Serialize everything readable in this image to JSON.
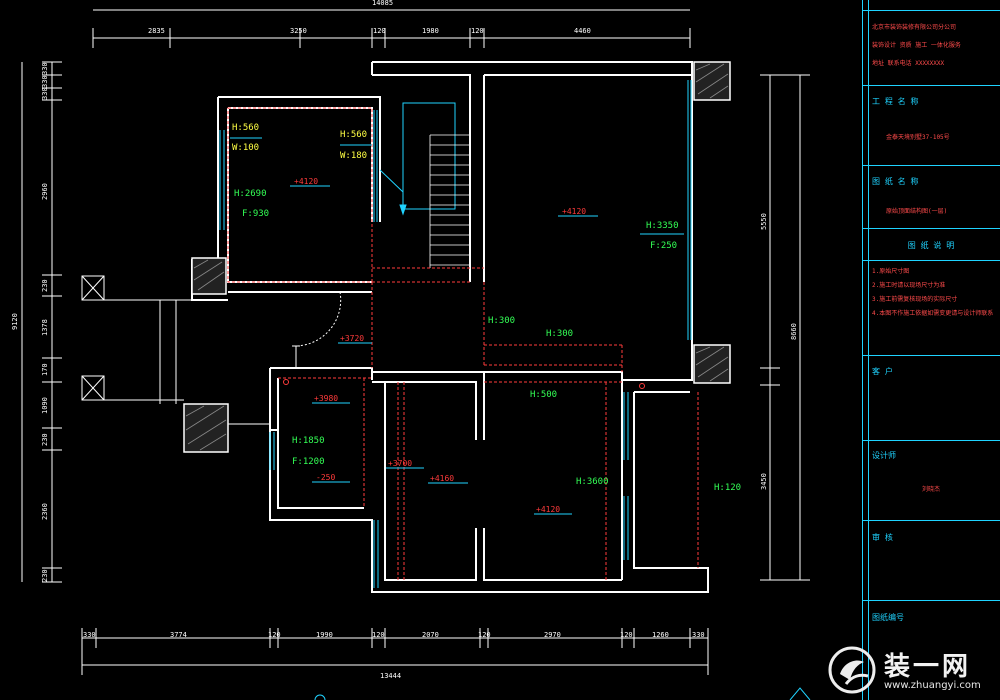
{
  "drawing": {
    "top_dims": [
      "2835",
      "3250",
      "120",
      "1980",
      "120",
      "4460"
    ],
    "top_total": "14085",
    "bottom_dims": [
      "330",
      "3774",
      "120",
      "1990",
      "120",
      "2070",
      "120",
      "2970",
      "120",
      "1260",
      "330"
    ],
    "bottom_total": "13444",
    "left_dims": [
      "330",
      "330",
      "330",
      "2960",
      "230",
      "1378",
      "170",
      "1090",
      "230",
      "2360",
      "230"
    ],
    "left_total": "9120",
    "right_dims": [
      "5550",
      "8660",
      "3450"
    ],
    "labels_yellow": {
      "h560_a": "H:560",
      "w100": "W:100",
      "h560_b": "H:560",
      "w180": "W:180"
    },
    "labels_green": {
      "h2690": "H:2690",
      "f930": "F:930",
      "h3350": "H:3350",
      "f250": "F:250",
      "h300_a": "H:300",
      "h300_b": "H:300",
      "h500": "H:500",
      "h1850": "H:1850",
      "f1200": "F:1200",
      "h3600": "H:3600",
      "h120": "H:120"
    },
    "labels_red": {
      "e4120_a": "+4120",
      "e4120_b": "+4120",
      "e3720": "+3720",
      "e3980": "+3980",
      "e250": "-250",
      "e3700": "+3700",
      "e4160": "+4160",
      "e4120_c": "+4120"
    }
  },
  "title_block": {
    "company": "北京市装饰装修有限公司分公司",
    "company_sub": "装饰设计 资质 施工 一体化服务",
    "company_line3": "地址 联系电话 XXXXXXXX",
    "project_label": "工 程 名 称",
    "project_name": "金泰天境别墅37-105号",
    "drawing_label": "图 纸 名 称",
    "drawing_name": "原始顶面结构图(一层)",
    "notes_label": "图 纸 说 明",
    "notes": [
      "1.原始尺寸图",
      "2.施工时请以现场尺寸为准",
      "3.施工前需复核现场的实际尺寸",
      "4.本图不作施工依据如需变更请与设计师联系"
    ],
    "client_label": "客 户",
    "designer_label": "设计师",
    "designer_name": "刘晓杰",
    "review_label": "审 核",
    "drawing_no_label": "图纸编号"
  },
  "watermark": {
    "name": "装一网",
    "url": "www.zhuangyi.com"
  },
  "colors": {
    "wall": "#ffffff",
    "dim": "#ffffff",
    "cyan": "#1fd3ff",
    "red": "#ff3b3b",
    "green": "#33ff55",
    "yellow": "#ffff44"
  }
}
